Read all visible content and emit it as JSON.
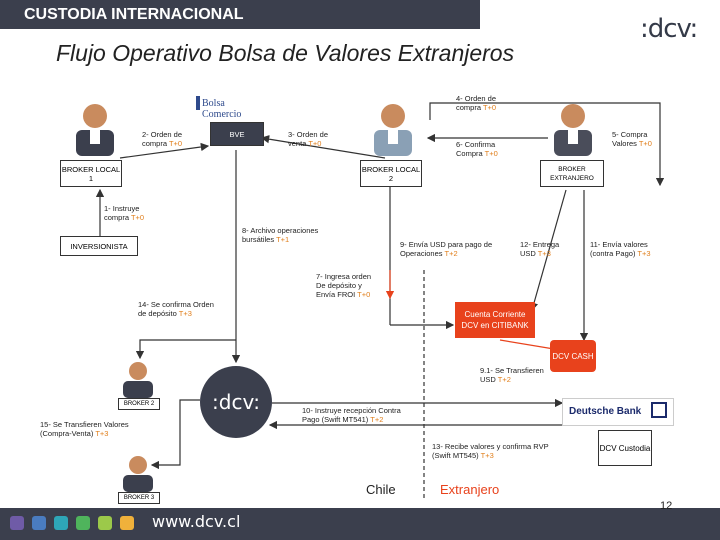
{
  "header": {
    "section": "CUSTODIA INTERNACIONAL",
    "title": "Flujo Operativo Bolsa de Valores Extranjeros"
  },
  "logos": {
    "dcv_top": ":dcv:",
    "bolsa": "Bolsa Comercio",
    "dcv_center": ":dcv:",
    "deutsche": "Deutsche Bank"
  },
  "nodes": {
    "broker_local1": "BROKER LOCAL 1",
    "broker_local2": "BROKER LOCAL 2",
    "broker_extranjero": "BROKER EXTRANJERO",
    "bve": "BVE",
    "inversionista": "INVERSIONISTA",
    "broker2": "BROKER 2",
    "broker3": "BROKER 3",
    "cuenta_corriente": "Cuenta Corriente DCV en CITIBANK",
    "dcv_cash": "DCV CASH",
    "dcv_custodia": "DCV Custodia",
    "chile": "Chile",
    "extranjero": "Extranjero"
  },
  "steps": [
    {
      "id": "s1",
      "text": "1- Instruye compra",
      "t": "T+0"
    },
    {
      "id": "s2",
      "text": "2- Orden de compra",
      "t": "T+0"
    },
    {
      "id": "s3",
      "text": "3- Orden de venta",
      "t": "T+0"
    },
    {
      "id": "s4",
      "text": "4- Orden de compra",
      "t": "T+0"
    },
    {
      "id": "s5",
      "text": "5- Compra Valores",
      "t": "T+0"
    },
    {
      "id": "s6",
      "text": "6- Confirma Compra",
      "t": "T+0"
    },
    {
      "id": "s7",
      "text": "7- Ingresa orden De depósito y Envía FROI",
      "t": "T+0"
    },
    {
      "id": "s8",
      "text": "8- Archivo operaciones bursátiles",
      "t": "T+1"
    },
    {
      "id": "s9",
      "text": "9- Envía USD para pago de Operaciones",
      "t": "T+2"
    },
    {
      "id": "s91",
      "text": "9.1- Se Transfieren USD",
      "t": "T+2"
    },
    {
      "id": "s10",
      "text": "10- Instruye recepción Contra Pago (Swift MT541)",
      "t": "T+2"
    },
    {
      "id": "s11",
      "text": "11- Envía valores (contra Pago)",
      "t": "T+3"
    },
    {
      "id": "s12",
      "text": "12- Entrega USD",
      "t": "T+3"
    },
    {
      "id": "s13",
      "text": "13- Recibe valores y confirma RVP (Swift MT545)",
      "t": "T+3"
    },
    {
      "id": "s14",
      "text": "14- Se confirma Orden de depósito",
      "t": "T+3"
    },
    {
      "id": "s15",
      "text": "15- Se Transfieren Valores (Compra-Venta)",
      "t": "T+3"
    }
  ],
  "footer": {
    "web": "www.dcv.cl",
    "page": "12"
  },
  "colors": {
    "header_bg": "#3b3f4d",
    "accent_red": "#e8421c",
    "accent_orange": "#e07f1c"
  }
}
